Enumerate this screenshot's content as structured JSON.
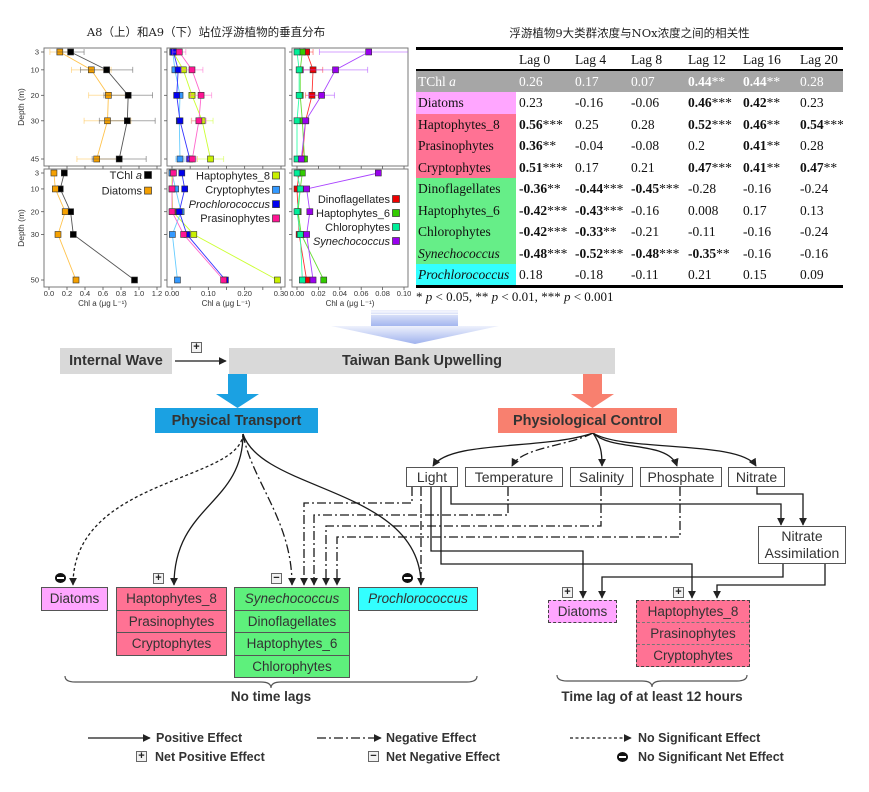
{
  "chart_data": {
    "type": "line",
    "title": "A8（上）和A9（下）站位浮游植物的垂直分布",
    "xlabel": "Chl a (μg L⁻¹)",
    "ylabel": "Depth (m)",
    "grid": false,
    "panels": [
      {
        "station": "A8",
        "row": "top",
        "xlim": [
          0,
          1.2
        ],
        "xticks": [
          0,
          0.2,
          0.4,
          0.6,
          0.8,
          1.0,
          1.2
        ],
        "xtick_labels": [
          "0.0",
          "0.2",
          "0.4",
          "0.6",
          "0.8",
          "1.0",
          "1.2"
        ],
        "depth_ticks": [
          3,
          10,
          20,
          30,
          45
        ],
        "depths": [
          3,
          10,
          20,
          30,
          45
        ],
        "show_depth_labels": true,
        "show_x_labels": false,
        "show_legend": false,
        "series": [
          {
            "name": "Diatoms",
            "color": "#f5a000",
            "line_color": "#ffc34d",
            "values": [
              0.12,
              0.47,
              0.66,
              0.65,
              0.53
            ],
            "errors": [
              0.11,
              0.22,
              0.22,
              0.26,
              0.22
            ]
          },
          {
            "name": "TChl a",
            "name_italic": "tail",
            "color": "#000000",
            "line_color": "#555555",
            "values": [
              0.24,
              0.64,
              0.88,
              0.87,
              0.78
            ],
            "errors": [
              0.15,
              0.29,
              0.27,
              0.31,
              0.3
            ]
          }
        ]
      },
      {
        "station": "A8",
        "row": "top",
        "xlim": [
          0,
          0.3
        ],
        "xticks": [
          0,
          0.05,
          0.1,
          0.15,
          0.2,
          0.25,
          0.3
        ],
        "xtick_labels": [
          "0.00",
          "",
          "0.10",
          "",
          "0.20",
          "",
          "0.30"
        ],
        "depth_ticks": [
          3,
          10,
          20,
          30,
          45
        ],
        "depths": [
          3,
          10,
          20,
          30,
          45
        ],
        "show_depth_labels": false,
        "show_x_labels": false,
        "show_legend": false,
        "series": [
          {
            "name": "Haptophytes_8",
            "color": "#c8f000",
            "line_color": "#ccff33",
            "values": [
              0.003,
              0.031,
              0.055,
              0.083,
              0.106
            ],
            "errors": [
              0.005,
              0.01,
              0.01,
              0.03,
              0.036
            ]
          },
          {
            "name": "Cryptophytes",
            "color": "#3399ff",
            "line_color": "#66ccff",
            "values": [
              0.002,
              0.008,
              0.022,
              0.02,
              0.022
            ],
            "errors": [
              0.006,
              0.008,
              0.008,
              0.006,
              0.012
            ]
          },
          {
            "name": "Prochlorococcus",
            "name_italic": "all",
            "color": "#0000ee",
            "line_color": "#3333ff",
            "values": [
              0.004,
              0.017,
              0.013,
              0.022,
              0.049
            ],
            "errors": [
              0.004,
              0.008,
              0.008,
              0.006,
              0.01
            ]
          },
          {
            "name": "Prasinophytes",
            "color": "#ff1493",
            "line_color": "#ff66cc",
            "values": [
              0.02,
              0.055,
              0.08,
              0.074,
              0.056
            ],
            "errors": [
              0.018,
              0.03,
              0.029,
              0.02,
              0.012
            ]
          }
        ]
      },
      {
        "station": "A8",
        "row": "top",
        "xlim": [
          0,
          0.1
        ],
        "xticks": [
          0,
          0.02,
          0.04,
          0.06,
          0.08,
          0.1
        ],
        "xtick_labels": [
          "0.00",
          "0.02",
          "0.04",
          "0.06",
          "0.08",
          "0.10"
        ],
        "depth_ticks": [
          3,
          10,
          20,
          30,
          45
        ],
        "depths": [
          3,
          10,
          20,
          30,
          45
        ],
        "show_depth_labels": false,
        "show_x_labels": false,
        "show_legend": false,
        "series": [
          {
            "name": "Dinoflagellates",
            "color": "#ee0000",
            "line_color": "#ff3333",
            "values": [
              0.009,
              0.015,
              0.014,
              0.008,
              0.005
            ],
            "errors": [
              0.006,
              0.009,
              0.006,
              0.003,
              0.003
            ]
          },
          {
            "name": "Haptophytes_6",
            "color": "#33cc00",
            "line_color": "#66dd33",
            "values": [
              0.005,
              0.003,
              0.003,
              0.005,
              0.007
            ],
            "errors": [
              0.002,
              0.002,
              0.002,
              0.002,
              0.002
            ]
          },
          {
            "name": "Chlorophytes",
            "color": "#00ee99",
            "line_color": "#33ffaa",
            "values": [
              0.0,
              0.002,
              0.002,
              0.0,
              0.0
            ],
            "errors": [
              0.002,
              0.002,
              0.002,
              0.002,
              0.002
            ]
          },
          {
            "name": "Synechococcus",
            "name_italic": "all",
            "color": "#9900ee",
            "line_color": "#aa44ff",
            "values": [
              0.067,
              0.036,
              0.023,
              0.008,
              0.004
            ],
            "errors": [
              0.046,
              0.03,
              0.012,
              0.003,
              0.002
            ]
          }
        ]
      },
      {
        "station": "A9",
        "row": "bottom",
        "xlim": [
          0,
          1.2
        ],
        "xticks": [
          0,
          0.2,
          0.4,
          0.6,
          0.8,
          1.0,
          1.2
        ],
        "xtick_labels": [
          "0.0",
          "0.2",
          "0.4",
          "0.6",
          "0.8",
          "1.0",
          "1.2"
        ],
        "depth_ticks": [
          3,
          10,
          20,
          30,
          50
        ],
        "depths": [
          3,
          10,
          20,
          30,
          50
        ],
        "show_depth_labels": true,
        "show_x_labels": true,
        "show_legend": true,
        "series": [
          {
            "name": "TChl a",
            "name_italic": "tail",
            "color": "#000000",
            "line_color": "#555555",
            "values": [
              0.17,
              0.125,
              0.24,
              0.27,
              0.95
            ]
          },
          {
            "name": "Diatoms",
            "color": "#f5a000",
            "line_color": "#ffc34d",
            "values": [
              0.055,
              0.07,
              0.18,
              0.1,
              0.3
            ]
          }
        ]
      },
      {
        "station": "A9",
        "row": "bottom",
        "xlim": [
          0,
          0.3
        ],
        "xticks": [
          0,
          0.05,
          0.1,
          0.15,
          0.2,
          0.25,
          0.3
        ],
        "xtick_labels": [
          "0.00",
          "",
          "0.10",
          "",
          "0.20",
          "",
          "0.30"
        ],
        "depth_ticks": [
          3,
          10,
          20,
          30,
          50
        ],
        "depths": [
          3,
          10,
          20,
          30,
          50
        ],
        "show_depth_labels": false,
        "show_x_labels": true,
        "show_legend": true,
        "series": [
          {
            "name": "Haptophytes_8",
            "color": "#c8f000",
            "line_color": "#ccff33",
            "values": [
              0.0,
              0.0,
              0.002,
              0.06,
              0.29
            ]
          },
          {
            "name": "Cryptophytes",
            "color": "#3399ff",
            "line_color": "#66ccff",
            "values": [
              0.0,
              0.01,
              0.025,
              0.001,
              0.015
            ]
          },
          {
            "name": "Prochlorococcus",
            "name_italic": "all",
            "color": "#0000ee",
            "line_color": "#3333ff",
            "values": [
              0.027,
              0.035,
              0.02,
              0.041,
              0.147
            ]
          },
          {
            "name": "Prasinophytes",
            "color": "#ff1493",
            "line_color": "#ff66cc",
            "values": [
              0.004,
              0.0,
              0.0,
              0.032,
              0.142
            ]
          }
        ]
      },
      {
        "station": "A9",
        "row": "bottom",
        "xlim": [
          0,
          0.1
        ],
        "xticks": [
          0,
          0.02,
          0.04,
          0.06,
          0.08,
          0.1
        ],
        "xtick_labels": [
          "0.00",
          "0.02",
          "0.04",
          "0.06",
          "0.08",
          "0.10"
        ],
        "depth_ticks": [
          3,
          10,
          20,
          30,
          50
        ],
        "depths": [
          3,
          10,
          20,
          30,
          50
        ],
        "show_depth_labels": false,
        "show_x_labels": true,
        "show_legend": true,
        "series": [
          {
            "name": "Dinoflagellates",
            "color": "#ee0000",
            "line_color": "#ff3333",
            "values": [
              0.002,
              0.0,
              0.001,
              0.002,
              0.009
            ]
          },
          {
            "name": "Haptophytes_6",
            "color": "#33cc00",
            "line_color": "#66dd33",
            "values": [
              0.005,
              0.003,
              0.001,
              0.004,
              0.025
            ]
          },
          {
            "name": "Chlorophytes",
            "color": "#00ee99",
            "line_color": "#33ffaa",
            "values": [
              0.0,
              0.003,
              0.0,
              0.003,
              0.005
            ]
          },
          {
            "name": "Synechococcus",
            "name_italic": "all",
            "color": "#9900ee",
            "line_color": "#aa44ff",
            "values": [
              0.076,
              0.009,
              0.012,
              0.009,
              0.015
            ]
          }
        ]
      }
    ]
  },
  "table": {
    "title": "浮游植物9大类群浓度与NOx浓度之间的相关性",
    "columns": [
      "",
      "Lag 0",
      "Lag 4",
      "Lag 8",
      "Lag 12",
      "Lag 16",
      "Lag 20"
    ],
    "colors": {
      "tchl": "#a6a6a6",
      "diatoms": "#ffa6ff",
      "hapto": "#ff7294",
      "green": "#66ee88",
      "cyan": "#33ffff"
    },
    "rows": [
      {
        "label": "TChl ",
        "label_it": "a",
        "color": "tchl",
        "highlight": true,
        "cells": [
          {
            "v": "0.26"
          },
          {
            "v": "0.17"
          },
          {
            "v": "0.07"
          },
          {
            "v": "0.44",
            "sig": "**",
            "bold": true
          },
          {
            "v": "0.44",
            "sig": "**",
            "bold": true
          },
          {
            "v": "0.28"
          }
        ]
      },
      {
        "label": "Diatoms",
        "color": "diatoms",
        "cells": [
          {
            "v": "0.23"
          },
          {
            "v": "-0.16"
          },
          {
            "v": "-0.06"
          },
          {
            "v": "0.46",
            "sig": "***",
            "bold": true
          },
          {
            "v": "0.42",
            "sig": "**",
            "bold": true
          },
          {
            "v": "0.23"
          }
        ]
      },
      {
        "label": "Haptophytes_8",
        "color": "hapto",
        "cells": [
          {
            "v": "0.56",
            "sig": "***",
            "bold": true
          },
          {
            "v": "0.25"
          },
          {
            "v": "0.28"
          },
          {
            "v": "0.52",
            "sig": "***",
            "bold": true
          },
          {
            "v": "0.46",
            "sig": "**",
            "bold": true
          },
          {
            "v": "0.54",
            "sig": "***",
            "bold": true
          }
        ]
      },
      {
        "label": "Prasinophytes",
        "color": "hapto",
        "cells": [
          {
            "v": "0.36",
            "sig": "**",
            "bold": true
          },
          {
            "v": "-0.04"
          },
          {
            "v": "-0.08"
          },
          {
            "v": "0.2"
          },
          {
            "v": "0.41",
            "sig": "**",
            "bold": true
          },
          {
            "v": "0.28"
          }
        ]
      },
      {
        "label": "Cryptophytes",
        "color": "hapto",
        "cells": [
          {
            "v": "0.51",
            "sig": "***",
            "bold": true
          },
          {
            "v": "0.17"
          },
          {
            "v": "0.21"
          },
          {
            "v": "0.47",
            "sig": "***",
            "bold": true
          },
          {
            "v": "0.41",
            "sig": "**",
            "bold": true
          },
          {
            "v": "0.47",
            "sig": "**",
            "bold": true
          }
        ]
      },
      {
        "label": "Dinoflagellates",
        "color": "green",
        "cells": [
          {
            "v": "-0.36",
            "sig": "**",
            "bold": true
          },
          {
            "v": "-0.44",
            "sig": "***",
            "bold": true
          },
          {
            "v": "-0.45",
            "sig": "***",
            "bold": true
          },
          {
            "v": "-0.28"
          },
          {
            "v": "-0.16"
          },
          {
            "v": "-0.24"
          }
        ]
      },
      {
        "label": "Haptophytes_6",
        "color": "green",
        "cells": [
          {
            "v": "-0.42",
            "sig": "***",
            "bold": true
          },
          {
            "v": "-0.43",
            "sig": "***",
            "bold": true
          },
          {
            "v": "-0.16"
          },
          {
            "v": "0.008"
          },
          {
            "v": "0.17"
          },
          {
            "v": "0.13"
          }
        ]
      },
      {
        "label": "Chlorophytes",
        "color": "green",
        "cells": [
          {
            "v": "-0.42",
            "sig": "***",
            "bold": true
          },
          {
            "v": "-0.33",
            "sig": "**",
            "bold": true
          },
          {
            "v": "-0.21"
          },
          {
            "v": "-0.11"
          },
          {
            "v": "-0.16"
          },
          {
            "v": "-0.24"
          }
        ]
      },
      {
        "label": "",
        "label_it": "Synechococcus",
        "color": "green",
        "cells": [
          {
            "v": "-0.48",
            "sig": "***",
            "bold": true
          },
          {
            "v": "-0.52",
            "sig": "***",
            "bold": true
          },
          {
            "v": "-0.48",
            "sig": "***",
            "bold": true
          },
          {
            "v": "-0.35",
            "sig": "**",
            "bold": true
          },
          {
            "v": "-0.16"
          },
          {
            "v": "-0.16"
          }
        ]
      },
      {
        "label": "",
        "label_it": "Prochlorococcus",
        "color": "cyan",
        "cells": [
          {
            "v": "0.18"
          },
          {
            "v": "-0.18"
          },
          {
            "v": "-0.11"
          },
          {
            "v": "0.21"
          },
          {
            "v": "0.15"
          },
          {
            "v": "0.09"
          }
        ]
      }
    ],
    "footnote": [
      {
        "stars": "* ",
        "p": "p",
        "rel": " < 0.05, "
      },
      {
        "stars": "** ",
        "p": "p",
        "rel": " < 0.01, "
      },
      {
        "stars": "*** ",
        "p": "p",
        "rel": " < 0.001"
      }
    ]
  },
  "diagram": {
    "internal_wave": "Internal Wave",
    "internal_wave_effect": "+",
    "upwelling": "Taiwan Bank Upwelling",
    "physical_transport": "Physical Transport",
    "physiological_control": "Physiological Control",
    "factors": {
      "light": "Light",
      "temperature": "Temperature",
      "salinity": "Salinity",
      "phosphate": "Phosphate",
      "nitrate": "Nitrate",
      "nitrate_assimilation": "Nitrate Assimilation"
    },
    "no_lag": {
      "label": "No time lags",
      "groups": [
        {
          "effect": "no-significant-net",
          "items": [
            "Diatoms"
          ],
          "color": "#ffa6ff"
        },
        {
          "effect": "net-positive",
          "symbol": "+",
          "items": [
            "Haptophytes_8",
            "Prasinophytes",
            "Cryptophytes"
          ],
          "color": "#ff7294"
        },
        {
          "effect": "net-negative",
          "symbol": "−",
          "items": [
            "Synechococcus",
            "Dinoflagellates",
            "Haptophytes_6",
            "Chlorophytes"
          ],
          "color": "#5ef07c"
        },
        {
          "effect": "no-significant-net",
          "items": [
            "Prochlorococcus"
          ],
          "color": "#33ffff"
        }
      ]
    },
    "time_lag": {
      "label": "Time lag of at least 12 hours",
      "groups": [
        {
          "effect": "net-positive",
          "symbol": "+",
          "items": [
            "Diatoms"
          ],
          "color": "#ffa6ff"
        },
        {
          "effect": "net-positive",
          "symbol": "+",
          "items": [
            "Haptophytes_8",
            "Prasinophytes",
            "Cryptophytes"
          ],
          "color": "#ff7294"
        }
      ]
    },
    "colors": {
      "driver_box": "#d9d9d9",
      "physical": "#1ba1e2",
      "physiological": "#f8806f",
      "upwelling_arrow": "#a9b9ef"
    }
  },
  "legend": {
    "positive_effect": "Positive Effect",
    "negative_effect": "Negative Effect",
    "no_significant_effect": "No Significant Effect",
    "net_positive_effect": "Net Positive Effect",
    "net_negative_effect": "Net Negative Effect",
    "no_significant_net_effect": "No Significant Net Effect",
    "plus_symbol": "+",
    "minus_symbol": "−"
  }
}
